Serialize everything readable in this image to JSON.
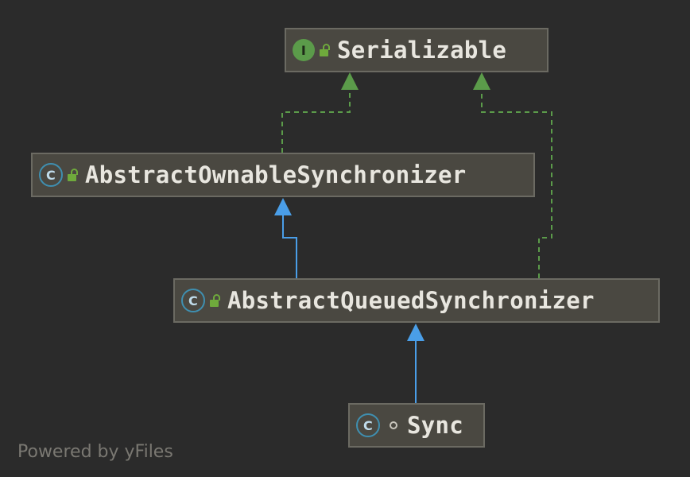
{
  "diagram": {
    "nodes": [
      {
        "id": "serializable",
        "label": "Serializable",
        "kind": "interface",
        "kind_icon": "I",
        "visibility_icon": "unlocked-icon"
      },
      {
        "id": "aos",
        "label": "AbstractOwnableSynchronizer",
        "kind": "abstract-class",
        "kind_icon": "C",
        "visibility_icon": "unlocked-icon"
      },
      {
        "id": "aqs",
        "label": "AbstractQueuedSynchronizer",
        "kind": "abstract-class",
        "kind_icon": "C",
        "visibility_icon": "unlocked-icon"
      },
      {
        "id": "sync",
        "label": "Sync",
        "kind": "abstract-class",
        "kind_icon": "C",
        "visibility_icon": "package-private-icon"
      }
    ],
    "edges": [
      {
        "from": "aos",
        "to": "serializable",
        "type": "implements",
        "style": "dashed",
        "color": "#5b9b4a"
      },
      {
        "from": "aqs",
        "to": "serializable",
        "type": "implements",
        "style": "dashed",
        "color": "#5b9b4a"
      },
      {
        "from": "aqs",
        "to": "aos",
        "type": "extends",
        "style": "solid",
        "color": "#4a9ee8"
      },
      {
        "from": "sync",
        "to": "aqs",
        "type": "extends",
        "style": "solid",
        "color": "#4a9ee8"
      }
    ]
  },
  "footer": {
    "text": "Powered by yFiles"
  },
  "colors": {
    "background": "#2b2b2b",
    "node_fill": "#4a4841",
    "node_border": "#6b6a62",
    "implements_edge": "#5b9b4a",
    "extends_edge": "#4a9ee8",
    "interface_icon": "#5b9b4a",
    "class_icon": "#3f8fb0"
  }
}
